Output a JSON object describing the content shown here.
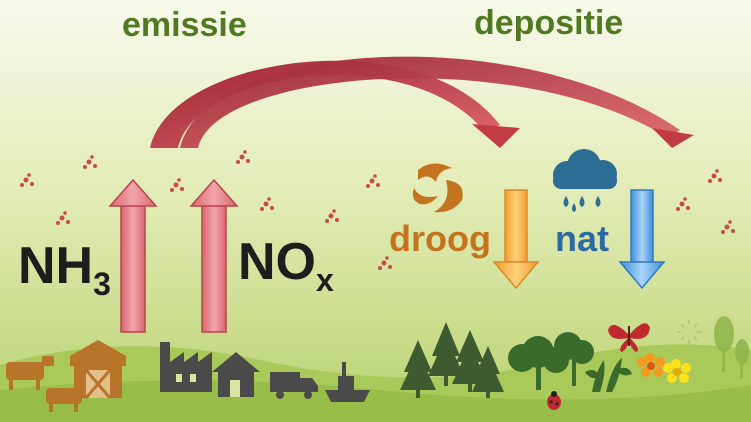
{
  "labels": {
    "emission": "emissie",
    "deposition": "depositie",
    "dry": "droog",
    "wet": "nat",
    "nh3_base": "NH",
    "nh3_sub": "3",
    "nox_base": "NO",
    "nox_sub": "x"
  },
  "icons": [
    "cow-icon",
    "barn-icon",
    "factory-icon",
    "house-icon",
    "truck-icon",
    "ship-icon",
    "tree-icon",
    "leaf-icon",
    "cloud-rain-icon",
    "butterfly-icon",
    "flower-icon",
    "ladybug-icon",
    "sun-icon"
  ],
  "colors": {
    "heading": "#4f7a22",
    "emission_arrow": "#e58a8f",
    "curve_arrow": "#b8323a",
    "dry_arrow": "#f5b04d",
    "wet_arrow": "#5aa6e8",
    "silhouette": "#4a4a4a",
    "nature": "#3a6b2a",
    "farm": "#b8742a",
    "particles": "#c84a4a"
  }
}
